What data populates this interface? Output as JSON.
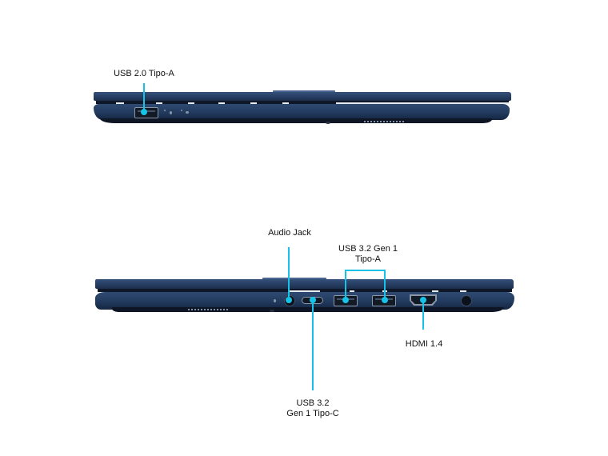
{
  "figure": {
    "top_view": {
      "name": "left-side-view",
      "labels": [
        {
          "id": "usb-2-0-type-a",
          "text": "USB 2.0 Tipo-A"
        }
      ]
    },
    "bottom_view": {
      "name": "right-side-view",
      "labels": [
        {
          "id": "audio-jack",
          "text": "Audio Jack"
        },
        {
          "id": "usb-3-2-gen1-type-a",
          "line1": "USB 3.2 Gen 1",
          "line2": "Tipo-A"
        },
        {
          "id": "hdmi-1-4",
          "text": "HDMI 1.4"
        },
        {
          "id": "usb-3-2-gen1-type-c",
          "line1": "USB 3.2",
          "line2": "Gen 1 Tipo-C"
        }
      ]
    },
    "colors": {
      "callout": "#16c3e6",
      "chassis": "#263c60",
      "background": "#ffffff"
    }
  }
}
